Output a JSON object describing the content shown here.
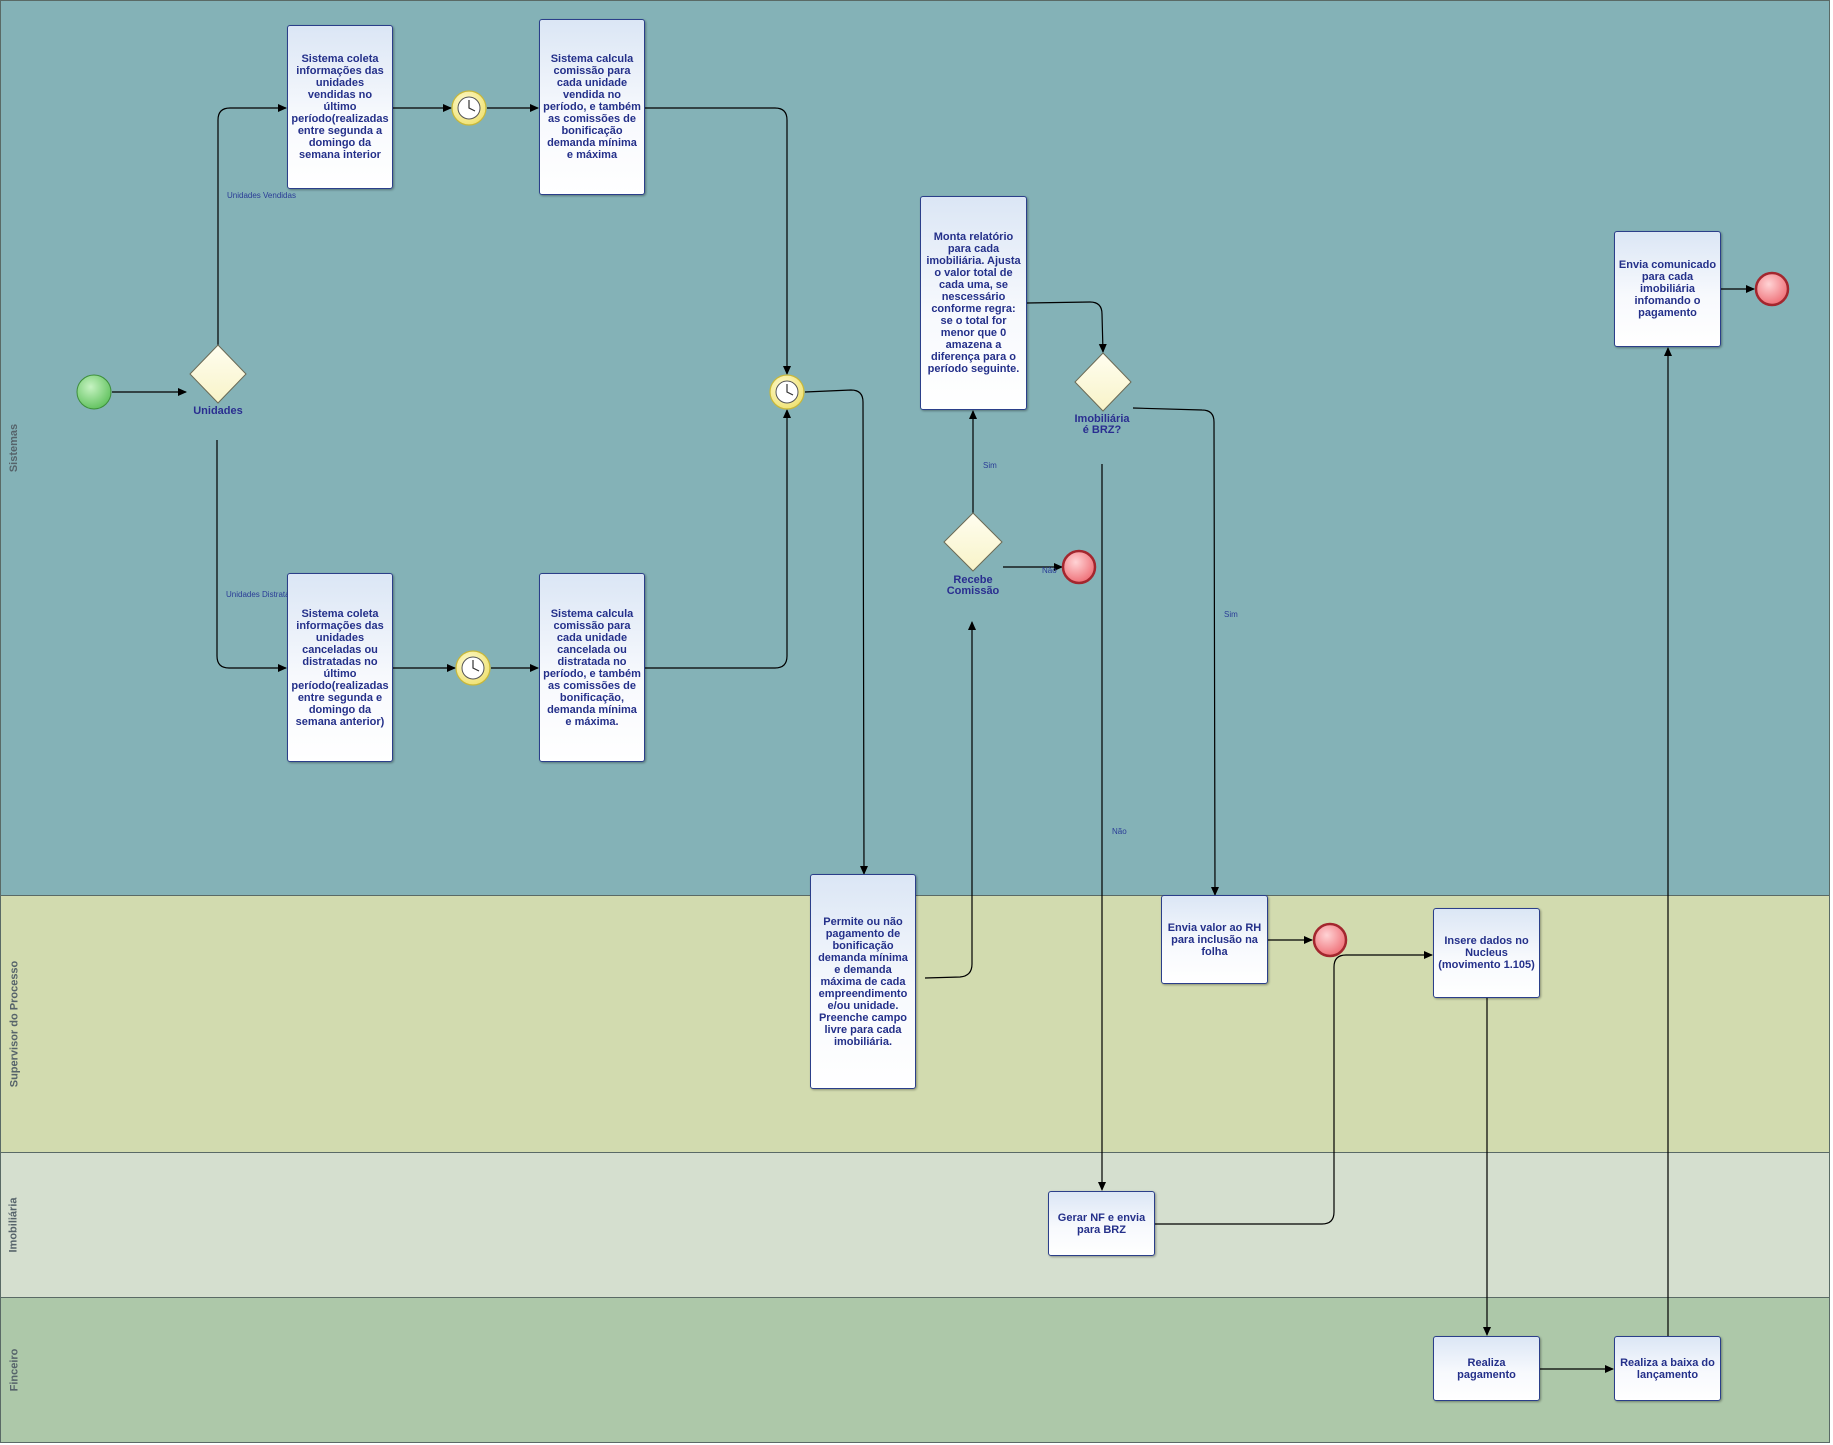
{
  "lanes": [
    {
      "id": "sistemas",
      "label": "Sistemas",
      "color": "#84b2b7"
    },
    {
      "id": "supervisor",
      "label": "Supervisor do Processo",
      "color": "#d2dbaf"
    },
    {
      "id": "imobiliaria",
      "label": "Imobiliária",
      "color": "#d5dfcf"
    },
    {
      "id": "financeiro",
      "label": "Finceiro",
      "color": "#adc8a9"
    }
  ],
  "tasks": {
    "coleta_vendidas": "Sistema coleta informações das unidades vendidas no último período(realizadas entre segunda a domingo da semana interior",
    "calcula_vendidas": "Sistema calcula comissão para cada unidade vendida no período, e também as comissões de bonificação demanda mínima e máxima",
    "coleta_canceladas": "Sistema coleta informações das unidades canceladas ou distratadas no último período(realizadas entre segunda e domingo da semana anterior)",
    "calcula_canceladas": "Sistema calcula comissão para cada unidade cancelada ou distratada no período, e também as comissões de bonificação, demanda mínima e máxima.",
    "monta_relatorio": "Monta relatório para cada imobiliária. Ajusta o valor total de cada uma, se nescessário conforme regra: se o total for menor que 0 amazena a diferença para o período seguinte.",
    "envia_comunicado": "Envia comunicado para cada imobiliária infomando o pagamento",
    "permite_pagamento": "Permite ou não pagamento de bonificação demanda mínima e demanda máxima de cada empreendimento e/ou unidade. Preenche campo livre para cada imobiliária.",
    "envia_rh": "Envia valor ao RH para inclusão na folha",
    "insere_nucleus": "Insere dados no Nucleus (movimento 1.105)",
    "gerar_nf": "Gerar NF e envia para BRZ",
    "realiza_pagamento": "Realiza pagamento",
    "realiza_baixa": "Realiza a baixa do lançamento"
  },
  "gateways": {
    "unidades": "Unidades",
    "imobiliaria_brz": "Imobiliária é BRZ?",
    "recebe_comissao": "Recebe Comissão"
  },
  "edge_labels": {
    "unidades_vendidas": "Unidades Vendidas",
    "unidades_distratado": "Unidades Distratado",
    "sim_recebe": "Sim",
    "nao_recebe": "Não",
    "sim_brz": "Sim",
    "nao_brz": "Não"
  },
  "colors": {
    "start_event": "#7bd67a",
    "end_event": "#f08e93",
    "timer": "#f3ea86",
    "gateway": "#fbf8d9",
    "task_border": "#2b3f8a",
    "text": "#24308a"
  },
  "icons": [
    "start-event-icon",
    "end-event-icon",
    "timer-icon",
    "gateway-icon"
  ]
}
